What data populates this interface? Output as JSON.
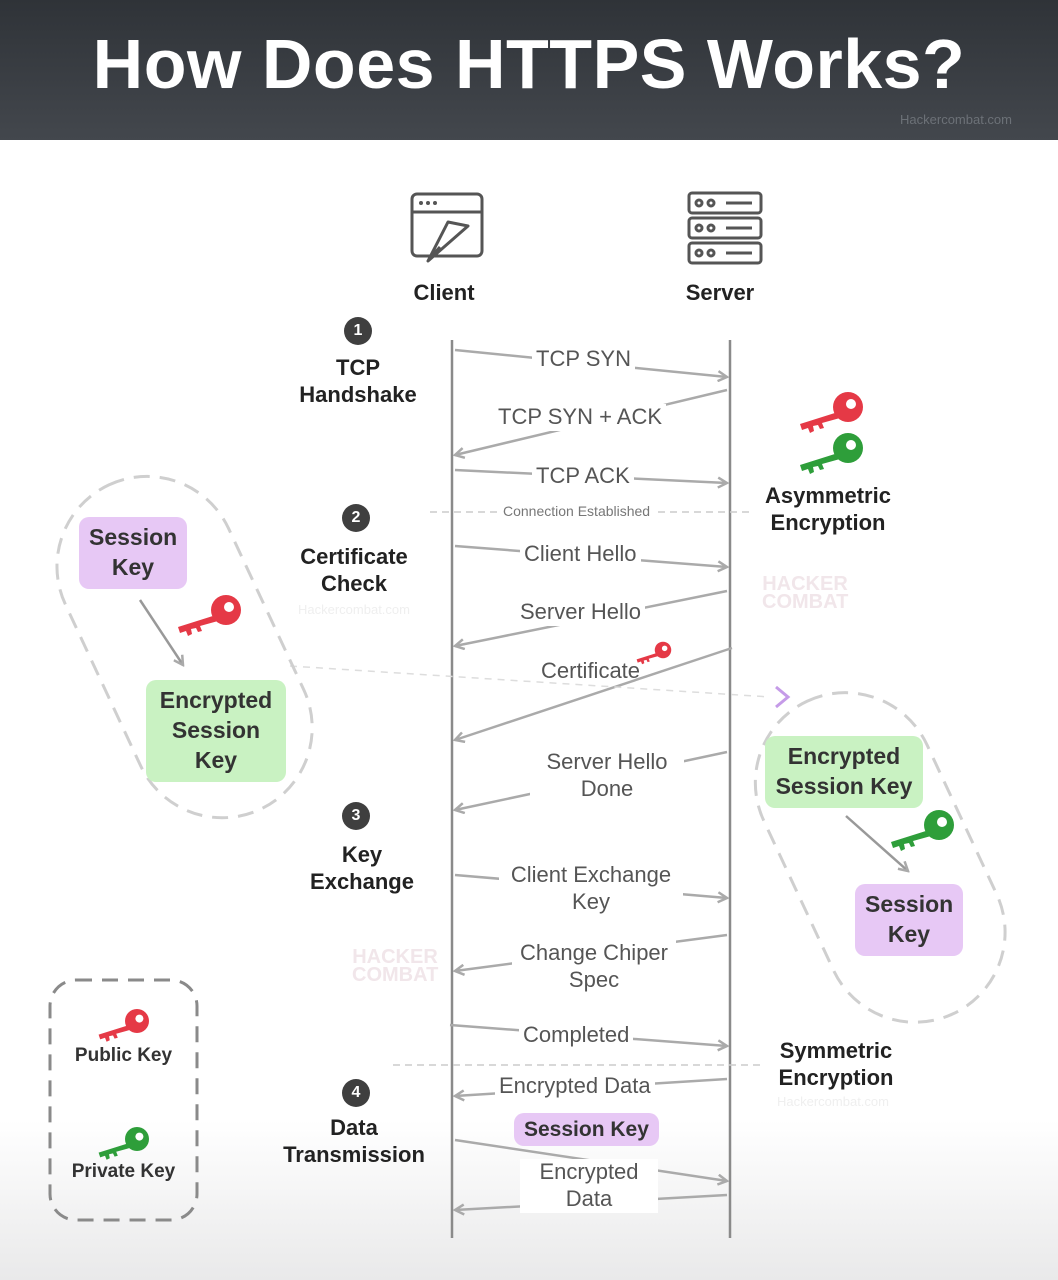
{
  "title": "How Does HTTPS Works?",
  "watermark": "Hackercombat.com",
  "ghost_logo": "HACKER COMBAT",
  "actors": {
    "client": "Client",
    "server": "Server"
  },
  "steps": [
    {
      "num": "1",
      "label": "TCP Handshake"
    },
    {
      "num": "2",
      "label": "Certificate Check"
    },
    {
      "num": "3",
      "label": "Key Exchange"
    },
    {
      "num": "4",
      "label": "Data Transmission"
    }
  ],
  "messages": {
    "tcp_syn": "TCP SYN",
    "tcp_syn_ack": "TCP SYN + ACK",
    "tcp_ack": "TCP ACK",
    "connection_established": "Connection Established",
    "client_hello": "Client Hello",
    "server_hello": "Server Hello",
    "certificate": "Certificate",
    "server_hello_done": "Server Hello Done",
    "client_exchange_key": "Client Exchange Key",
    "change_cipher_spec": "Change Chiper Spec",
    "completed": "Completed",
    "encrypted_data_1": "Encrypted Data",
    "session_key": "Session Key",
    "encrypted_data_2": "Encrypted Data"
  },
  "side_labels": {
    "asymmetric": "Asymmetric Encryption",
    "symmetric": "Symmetric Encryption"
  },
  "left_panel": {
    "session_key": "Session Key",
    "encrypted_session_key": "Encrypted Session Key"
  },
  "right_panel": {
    "encrypted_session_key": "Encrypted Session Key",
    "session_key": "Session Key"
  },
  "legend": {
    "public_key": "Public Key",
    "private_key": "Private Key"
  },
  "colors": {
    "public_key": "#e53946",
    "private_key": "#2e9e3a",
    "session_tag": "#e7c8f5",
    "encrypted_tag": "#c9f2c2",
    "arrow": "#aaaaaa"
  }
}
